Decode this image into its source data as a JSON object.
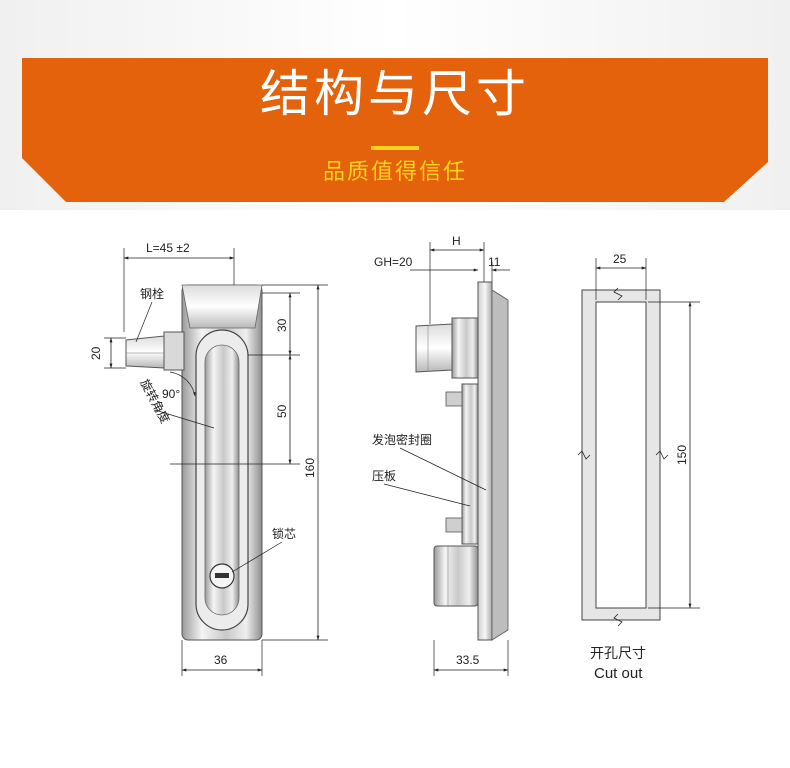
{
  "banner": {
    "title": "结构与尺寸",
    "subtitle": "品质值得信任",
    "bg_color": "#e3620b",
    "accent_color": "#ffd21f"
  },
  "front_view": {
    "dim_L": "L=45 ±2",
    "dim_20": "20",
    "dim_30": "30",
    "dim_50": "50",
    "dim_160": "160",
    "dim_36": "36",
    "angle": "90°",
    "label_bolt": "钢栓",
    "label_rotation": "旋转角度",
    "label_core": "锁芯"
  },
  "side_view": {
    "dim_H": "H",
    "dim_GH": "GH=20",
    "dim_11": "11",
    "dim_33_5": "33.5",
    "label_seal": "发泡密封圈",
    "label_plate": "压板"
  },
  "cutout_view": {
    "dim_25": "25",
    "dim_150": "150",
    "label_cn": "开孔尺寸",
    "label_en": "Cut out"
  }
}
